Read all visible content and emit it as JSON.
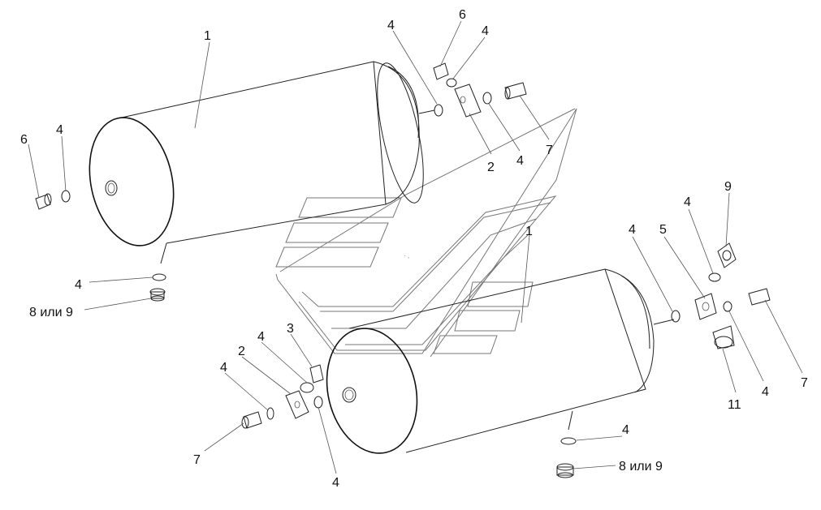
{
  "labels": {
    "l1a": "1",
    "l1b": "1",
    "l2a": "2",
    "l2b": "2",
    "l3": "3",
    "l4a": "4",
    "l4b": "4",
    "l4c": "4",
    "l4d": "4",
    "l4e": "4",
    "l4f": "4",
    "l4g": "4",
    "l4h": "4",
    "l4i": "4",
    "l4j": "4",
    "l4k": "4",
    "l4l": "4",
    "l5": "5",
    "l6a": "6",
    "l6b": "6",
    "l7a": "7",
    "l7b": "7",
    "l7c": "7",
    "l9": "9",
    "l11": "11",
    "l89a": "8 или 9",
    "l89b": "8 или 9"
  },
  "icons": {
    "receiver": "air-receiver-icon",
    "plug": "drain-plug-icon",
    "washer": "sealing-ring-icon",
    "fitting": "fitting-icon",
    "valve": "drain-valve-icon",
    "watermark": "logo-watermark"
  }
}
